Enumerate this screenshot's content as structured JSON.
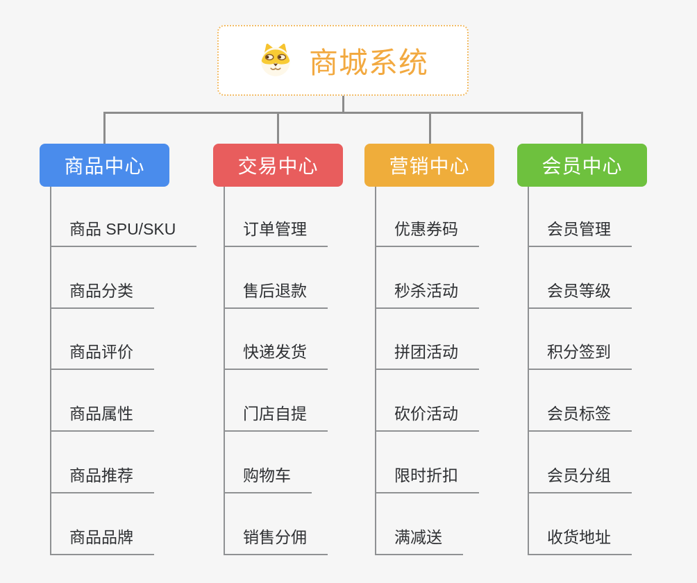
{
  "root": {
    "label": "商城系统",
    "icon": "dog-face-icon",
    "text_color": "#F2A940",
    "border_color": "#F2BC66"
  },
  "branches": [
    {
      "id": "product-center",
      "label": "商品中心",
      "color": "#4A8CEC",
      "items": [
        "商品 SPU/SKU",
        "商品分类",
        "商品评价",
        "商品属性",
        "商品推荐",
        "商品品牌"
      ]
    },
    {
      "id": "trade-center",
      "label": "交易中心",
      "color": "#E85D5D",
      "items": [
        "订单管理",
        "售后退款",
        "快递发货",
        "门店自提",
        "购物车",
        "销售分佣"
      ]
    },
    {
      "id": "marketing-center",
      "label": "营销中心",
      "color": "#EFAD3B",
      "items": [
        "优惠券码",
        "秒杀活动",
        "拼团活动",
        "砍价活动",
        "限时折扣",
        "满减送"
      ]
    },
    {
      "id": "member-center",
      "label": "会员中心",
      "color": "#6EC13E",
      "items": [
        "会员管理",
        "会员等级",
        "积分签到",
        "会员标签",
        "会员分组",
        "收货地址"
      ]
    }
  ],
  "colors": {
    "background": "#F6F6F6",
    "connector": "#8C8C8C",
    "item_line": "#8F9193",
    "item_text": "#2E3033",
    "branch_text": "#FFFFFF"
  }
}
